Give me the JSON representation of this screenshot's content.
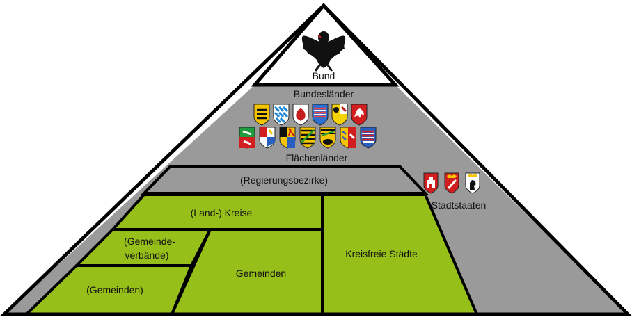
{
  "colors": {
    "white": "#ffffff",
    "gray": "#9a9a9a",
    "green": "#97bf1a",
    "outline": "#000000"
  },
  "levels": {
    "bund": "Bund",
    "bundeslaender": "Bundesländer",
    "flaechenlaender": "Flächenländer",
    "regierungsbezirke": "(Regierungsbezirke)",
    "stadtstaaten": "Stadtstaaten",
    "land_kreise": "(Land-) Kreise",
    "gemeindeverbaende_1": "(Gemeinde-",
    "gemeindeverbaende_2": "verbände)",
    "gemeinden_in_verband": "(Gemeinden)",
    "gemeinden": "Gemeinden",
    "kreisfreie_staedte": "Kreisfreie Städte"
  },
  "icons": {
    "bund": "federal-eagle-icon",
    "flaechenlaender": [
      "baden-wuerttemberg-coat-icon",
      "bayern-coat-icon",
      "brandenburg-coat-icon",
      "hessen-coat-icon",
      "mecklenburg-vorpommern-coat-icon",
      "niedersachsen-coat-icon",
      "nordrhein-westfalen-coat-icon",
      "rheinland-pfalz-coat-icon",
      "saarland-coat-icon",
      "sachsen-coat-icon",
      "sachsen-anhalt-coat-icon",
      "schleswig-holstein-coat-icon",
      "thueringen-coat-icon"
    ],
    "stadtstaaten": [
      "hamburg-coat-icon",
      "bremen-coat-icon",
      "berlin-coat-icon"
    ]
  }
}
